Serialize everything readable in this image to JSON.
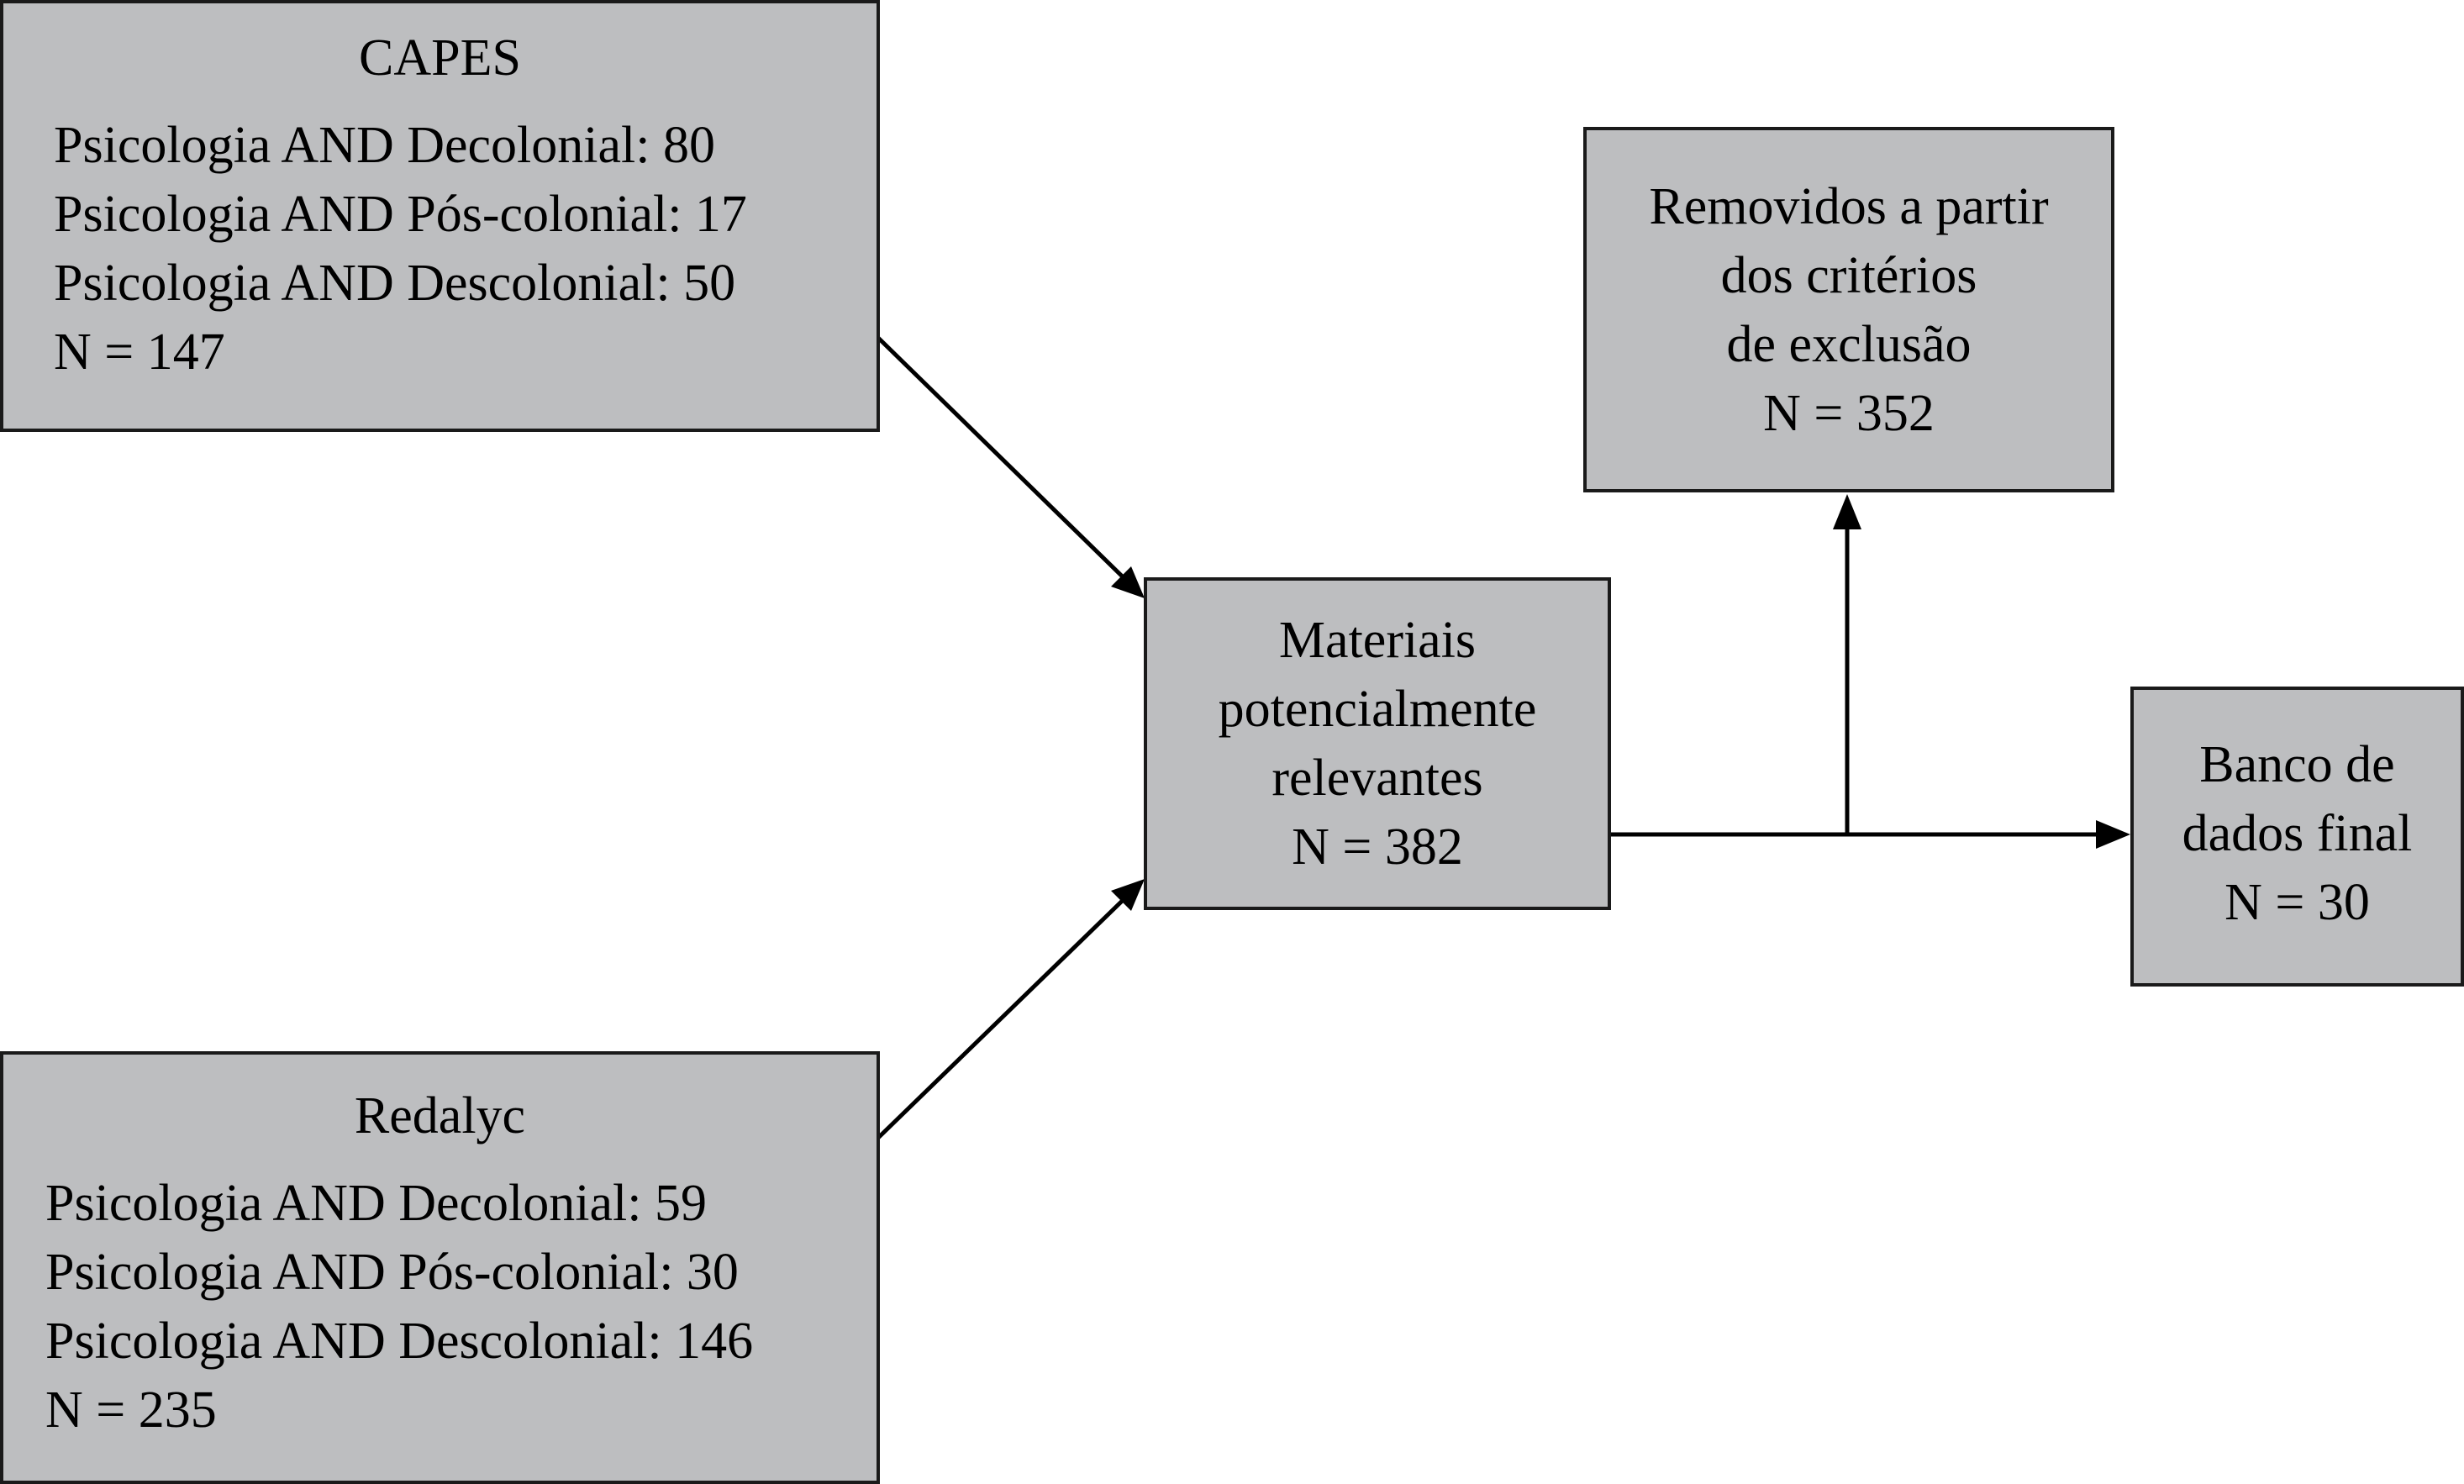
{
  "colors": {
    "box_fill": "#bdbec0",
    "box_border": "#1a1a1a",
    "arrow": "#000000"
  },
  "sources": {
    "capes": {
      "title": "CAPES",
      "lines": [
        "Psicologia AND Decolonial: 80",
        "Psicologia AND Pós-colonial: 17",
        "Psicologia AND Descolonial: 50",
        "N = 147"
      ]
    },
    "redalyc": {
      "title": "Redalyc",
      "lines": [
        "Psicologia AND Decolonial: 59",
        "Psicologia AND Pós-colonial: 30",
        "Psicologia AND Descolonial: 146",
        "N = 235"
      ]
    }
  },
  "relevant": {
    "lines": [
      "Materiais",
      "potencialmente",
      "relevantes",
      "N = 382"
    ]
  },
  "removed": {
    "lines": [
      "Removidos a partir",
      "dos critérios",
      "de exclusão",
      "N = 352"
    ]
  },
  "final": {
    "lines": [
      "Banco de",
      "dados final",
      "N = 30"
    ]
  }
}
